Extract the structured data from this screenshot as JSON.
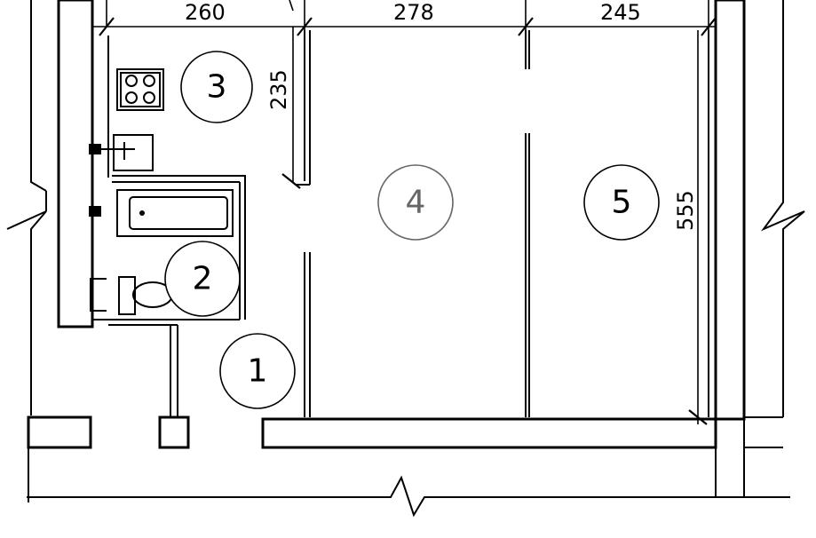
{
  "dimensions": {
    "top_1": "260",
    "top_2": "278",
    "top_3": "245",
    "kitchen_depth": "235",
    "room_depth": "555"
  },
  "rooms": [
    {
      "id": "1",
      "label": "1"
    },
    {
      "id": "2",
      "label": "2"
    },
    {
      "id": "3",
      "label": "3"
    },
    {
      "id": "4",
      "label": "4"
    },
    {
      "id": "5",
      "label": "5"
    }
  ]
}
